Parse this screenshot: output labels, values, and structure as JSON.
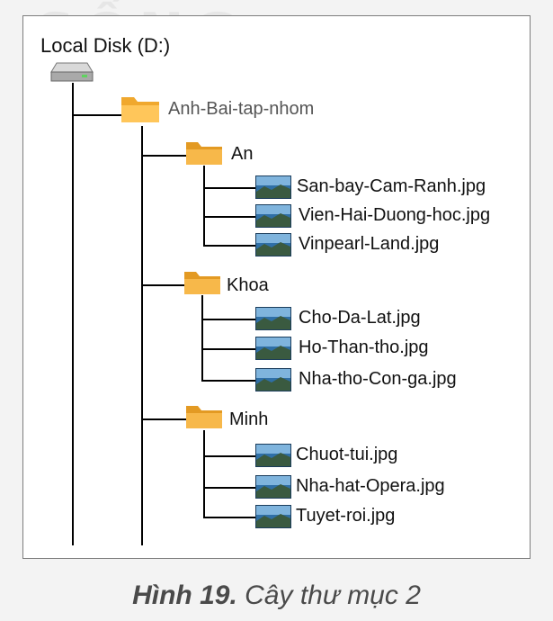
{
  "watermark": "SỐNG",
  "disk": {
    "label": "Local Disk (D:)",
    "icon": "hard-drive-icon"
  },
  "root_folder": {
    "label": "Anh-Bai-tap-nhom",
    "icon": "folder-icon"
  },
  "folders": [
    {
      "label": "An",
      "files": [
        "San-bay-Cam-Ranh.jpg",
        "Vien-Hai-Duong-hoc.jpg",
        "Vinpearl-Land.jpg"
      ]
    },
    {
      "label": "Khoa",
      "files": [
        "Cho-Da-Lat.jpg",
        "Ho-Than-tho.jpg",
        "Nha-tho-Con-ga.jpg"
      ]
    },
    {
      "label": "Minh",
      "files": [
        "Chuot-tui.jpg",
        "Nha-hat-Opera.jpg",
        "Tuyet-roi.jpg"
      ]
    }
  ],
  "caption": {
    "number": "Hình 19.",
    "text": "Cây thư mục 2"
  },
  "colors": {
    "folder": "#f7b84a",
    "folder_dark": "#e39a23",
    "image_sky": "#2f6fa6",
    "image_ground": "#3a5a40"
  }
}
